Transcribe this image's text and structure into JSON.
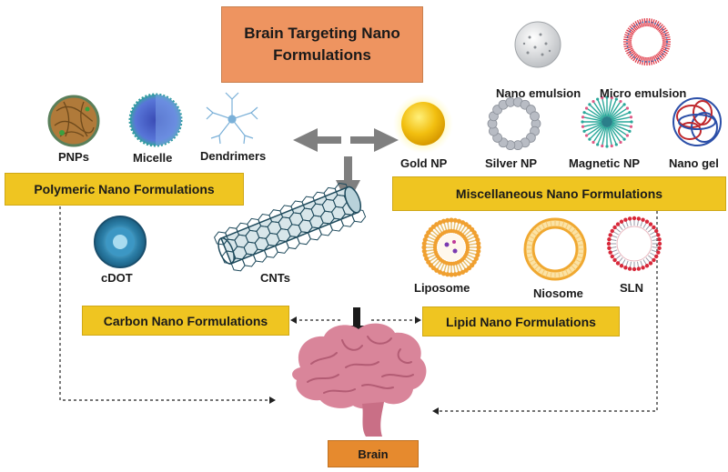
{
  "title": "Brain Targeting Nano Formulations",
  "categories": {
    "polymeric": "Polymeric Nano Formulations",
    "miscellaneous": "Miscellaneous Nano Formulations",
    "carbon": "Carbon Nano Formulations",
    "lipid": "Lipid Nano Formulations"
  },
  "target": "Brain",
  "items": {
    "pnps": "PNPs",
    "micelle": "Micelle",
    "dendrimers": "Dendrimers",
    "gold_np": "Gold NP",
    "silver_np": "Silver NP",
    "magnetic_np": "Magnetic NP",
    "nano_gel": "Nano gel",
    "nano_emulsion": "Nano emulsion",
    "micro_emulsion": "Micro emulsion",
    "cdot": "cDOT",
    "cnts": "CNTs",
    "liposome": "Liposome",
    "niosome": "Niosome",
    "sln": "SLN"
  },
  "colors": {
    "title_box": "#ee9460",
    "category_box": "#efc521",
    "brain_box": "#e68a2e",
    "brain": "#d9859a",
    "arrow_gray": "#7f7f7f"
  }
}
